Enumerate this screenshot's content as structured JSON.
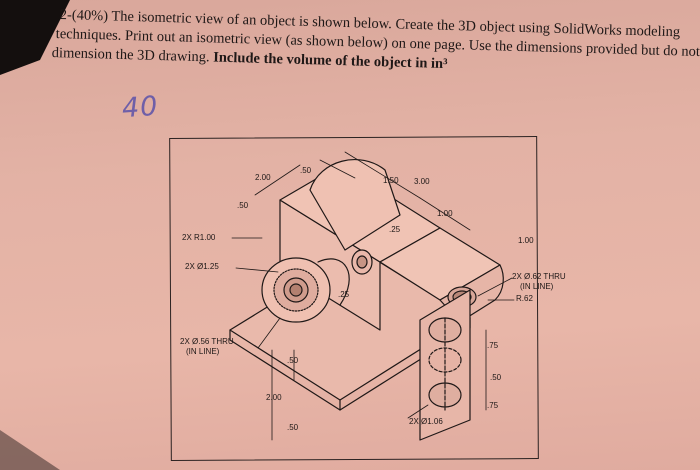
{
  "assignment": {
    "line1": "2-(40%) The isometric view of an object is shown below. Create the 3D object using SolidWorks modeling",
    "line2": "techniques. Print out an isometric view (as shown below) on one page. Use the dimensions provided but do not",
    "line3_normal": "dimension the 3D drawing. ",
    "line3_bold": "Include the volume of the object in in³",
    "handwritten_grade": "40"
  },
  "drawing_labels": {
    "d_200_top": "2.00",
    "d_050_top": ".50",
    "d_050_left": ".50",
    "d_150": "1.50",
    "d_300": "3.00",
    "d_100_right": "1.00",
    "d_025_mid": ".25",
    "d_100_far_right": "1.00",
    "callout_2x_r100": "2X R1.00",
    "callout_2x_dia125": "2X Ø1.25",
    "d_025_hub": ".25",
    "callout_2x_dia062_line1": "2X Ø.62 THRU",
    "callout_2x_dia062_line2": "(IN LINE)",
    "callout_r062": "R.62",
    "callout_2x_dia056_line1": "2X Ø.56 THRU",
    "callout_2x_dia056_line2": "(IN LINE)",
    "d_050_vert": ".50",
    "d_200_vert": "2.00",
    "d_050_bottom": ".50",
    "d_075_upper": ".75",
    "d_050_right": ".50",
    "d_075_lower": ".75",
    "callout_2x_dia106": "2X Ø1.06"
  }
}
